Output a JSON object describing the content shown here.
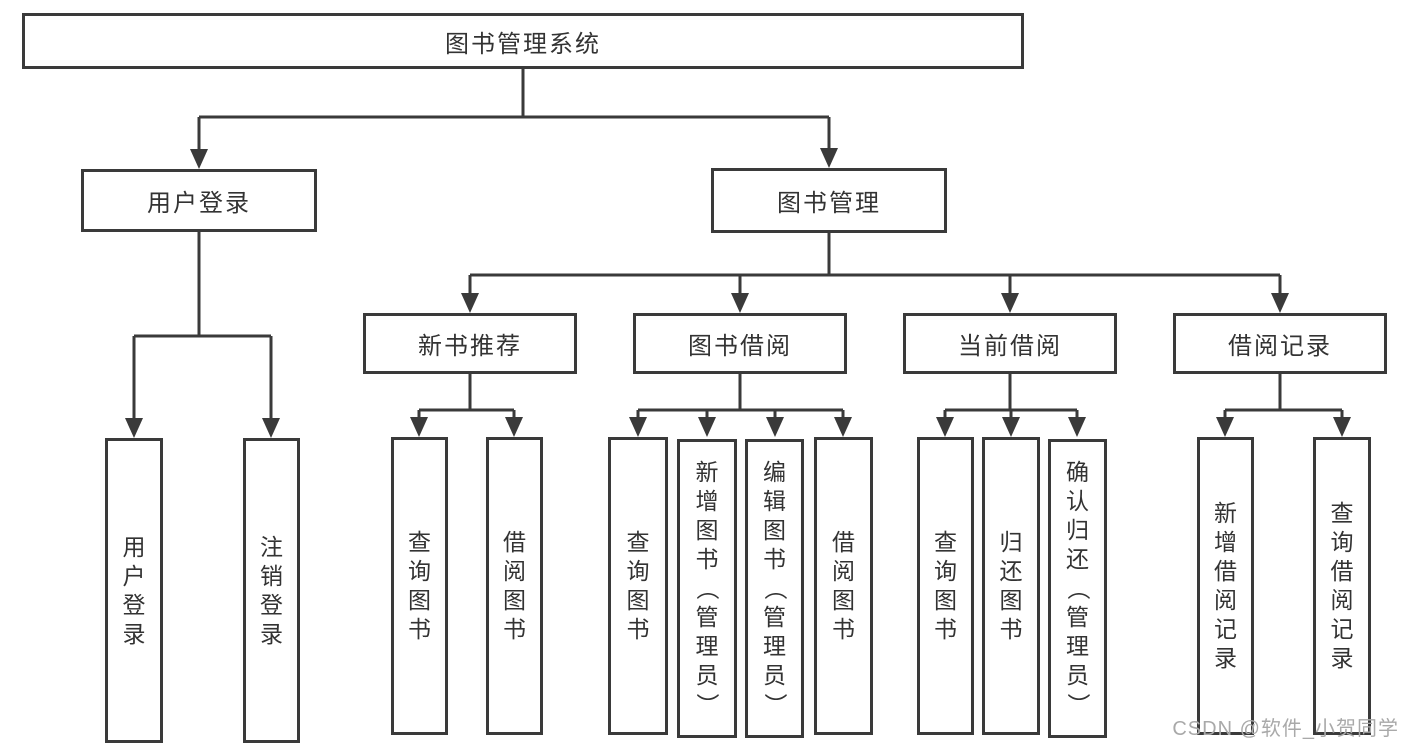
{
  "colors": {
    "line": "#3a3a3a",
    "node_border": "#3a3a3a",
    "text": "#333333",
    "watermark": "#a9a9a9",
    "background": "#ffffff"
  },
  "watermark": "CSDN @软件_小贺同学",
  "tree": {
    "root": {
      "label": "图书管理系统"
    },
    "level2": {
      "user_login": {
        "label": "用户登录"
      },
      "book_mgmt": {
        "label": "图书管理"
      }
    },
    "level3": {
      "new_book_recommend": {
        "label": "新书推荐"
      },
      "book_borrow": {
        "label": "图书借阅"
      },
      "current_borrow": {
        "label": "当前借阅"
      },
      "borrow_records": {
        "label": "借阅记录"
      }
    },
    "leaves": {
      "user_login": {
        "label": "用户登录"
      },
      "logout": {
        "label": "注销登录"
      },
      "nb_query": {
        "label": "查询图书"
      },
      "nb_borrow": {
        "label": "借阅图书"
      },
      "bb_query": {
        "label": "查询图书"
      },
      "bb_add": {
        "label": "新增图书（管理员）"
      },
      "bb_edit": {
        "label": "编辑图书（管理员）"
      },
      "bb_borrow": {
        "label": "借阅图书"
      },
      "cb_query": {
        "label": "查询图书"
      },
      "cb_return": {
        "label": "归还图书"
      },
      "cb_confirm": {
        "label": "确认归还（管理员）"
      },
      "br_add": {
        "label": "新增借阅记录"
      },
      "br_query": {
        "label": "查询借阅记录"
      }
    }
  }
}
